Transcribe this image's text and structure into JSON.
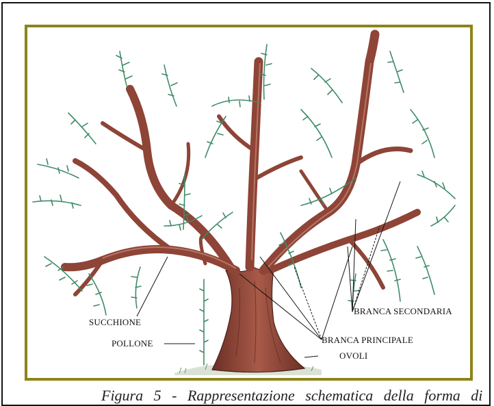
{
  "labels": {
    "succhione": "SUCCHIONE",
    "pollone": "POLLONE",
    "branca_principale": "BRANCA PRINCIPALE",
    "ovoli": "OVOLI",
    "branca_secondaria": "BRANCA SECONDARIA"
  },
  "caption": "Figura 5 - Rappresentazione schematica della forma di",
  "colors": {
    "frame_border": "#8c8419",
    "trunk": "#9a4a3c",
    "trunk_shadow": "#5e2a20",
    "foliage": "#3f8a68"
  }
}
